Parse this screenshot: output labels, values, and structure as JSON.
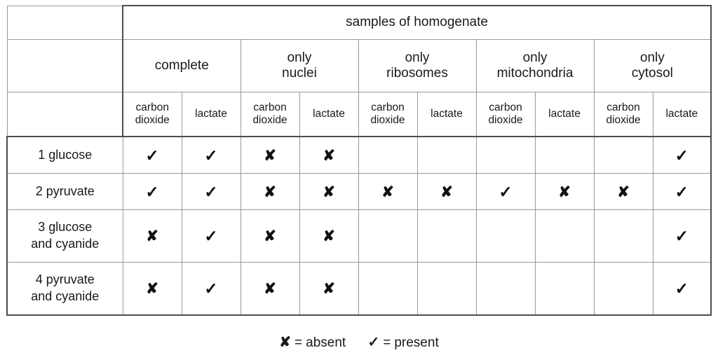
{
  "table": {
    "group_header": "samples of homogenate",
    "sample_groups": [
      "complete",
      "only\nnuclei",
      "only\nribosomes",
      "only\nmitochondria",
      "only\ncytosol"
    ],
    "metric_headers": [
      "carbon\ndioxide",
      "lactate",
      "carbon\ndioxide",
      "lactate",
      "carbon\ndioxide",
      "lactate",
      "carbon\ndioxide",
      "lactate",
      "carbon\ndioxide",
      "lactate"
    ],
    "rows": [
      {
        "label": "1 glucose",
        "cells": [
          "tick",
          "tick",
          "cross",
          "cross",
          "",
          "",
          "",
          "",
          "",
          "tick"
        ]
      },
      {
        "label": "2 pyruvate",
        "cells": [
          "tick",
          "tick",
          "cross",
          "cross",
          "cross",
          "cross",
          "tick",
          "cross",
          "cross",
          "tick"
        ]
      },
      {
        "label": "3 glucose\n   and cyanide",
        "cells": [
          "cross",
          "tick",
          "cross",
          "cross",
          "",
          "",
          "",
          "",
          "",
          "tick"
        ]
      },
      {
        "label": "4 pyruvate\n   and cyanide",
        "cells": [
          "cross",
          "tick",
          "cross",
          "cross",
          "",
          "",
          "",
          "",
          "",
          "tick"
        ]
      }
    ]
  },
  "symbols": {
    "tick": "✓",
    "cross": "✘"
  },
  "legend": {
    "items": [
      {
        "symbol": "✘",
        "equals": "=",
        "text": "absent"
      },
      {
        "symbol": "✓",
        "equals": "=",
        "text": "present"
      }
    ]
  },
  "colors": {
    "outer_border": "#4c4c4c",
    "inner_border": "#9a9a9a",
    "text": "#1a1a1a",
    "background": "#ffffff"
  }
}
